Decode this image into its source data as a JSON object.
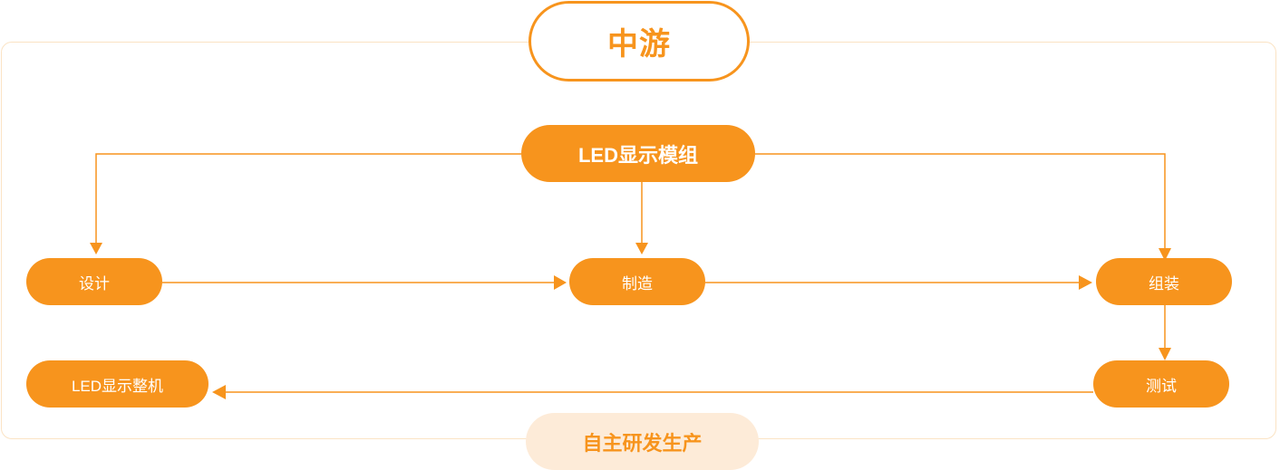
{
  "header": {
    "title": "中游"
  },
  "main_node": {
    "label": "LED显示模组"
  },
  "steps": [
    {
      "label": "设计"
    },
    {
      "label": "制造"
    },
    {
      "label": "组装"
    },
    {
      "label": "测试"
    },
    {
      "label": "LED显示整机"
    }
  ],
  "footer": {
    "label": "自主研发生产"
  },
  "colors": {
    "accent": "#f7941d",
    "frame_border": "#fbe3c4",
    "footer_bg": "#fdebd8",
    "text_on_accent": "#ffffff"
  }
}
